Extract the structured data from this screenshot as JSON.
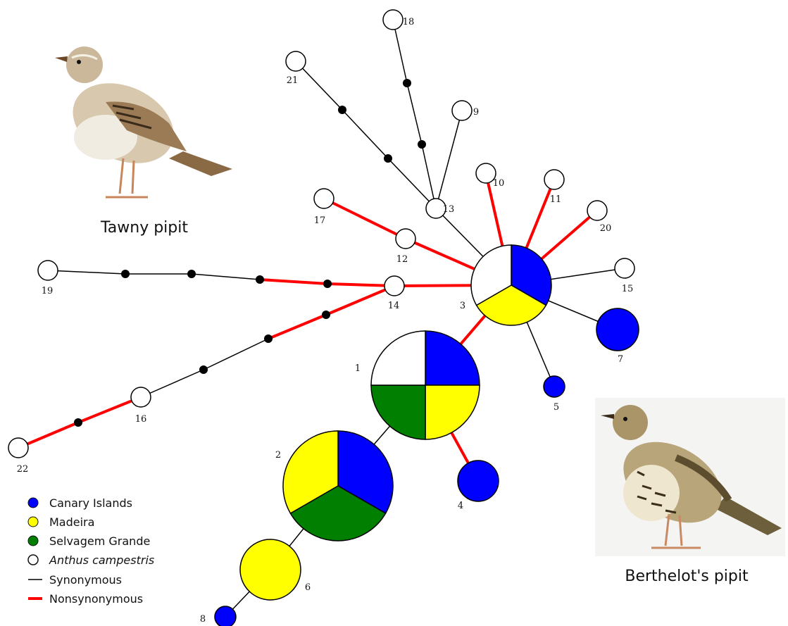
{
  "captions": {
    "tawny": "Tawny pipit",
    "berthelot": "Berthelot's pipit"
  },
  "legend": {
    "canary": "Canary Islands",
    "madeira": "Madeira",
    "selvagem": "Selvagem Grande",
    "campestris": "Anthus campestris",
    "synonymous": "Synonymous",
    "nonsynonymous": "Nonsynonymous"
  },
  "colors": {
    "canary": "#0000ff",
    "madeira": "#ffff00",
    "selvagem": "#007f00",
    "campestris": "#ffffff",
    "synonymous": "#000000",
    "nonsynonymous": "#ff0000"
  },
  "haplotypes": {
    "h1": "1",
    "h2": "2",
    "h3": "3",
    "h4": "4",
    "h5": "5",
    "h6": "6",
    "h7": "7",
    "h8": "8",
    "h9": "9",
    "h10": "10",
    "h11": "11",
    "h12": "12",
    "h13": "13",
    "h14": "14",
    "h15": "15",
    "h16": "16",
    "h17": "17",
    "h18": "18",
    "h19": "19",
    "h20": "20",
    "h21": "21",
    "h22": "22"
  }
}
